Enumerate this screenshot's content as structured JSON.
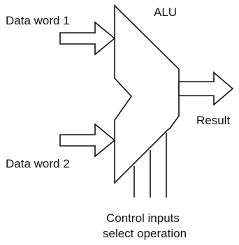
{
  "diagram": {
    "title": "ALU",
    "inputs": [
      {
        "label": "Data word 1"
      },
      {
        "label": "Data word 2"
      }
    ],
    "output": {
      "label": "Result"
    },
    "control": {
      "line1": "Control inputs",
      "line2": "select operation"
    }
  }
}
